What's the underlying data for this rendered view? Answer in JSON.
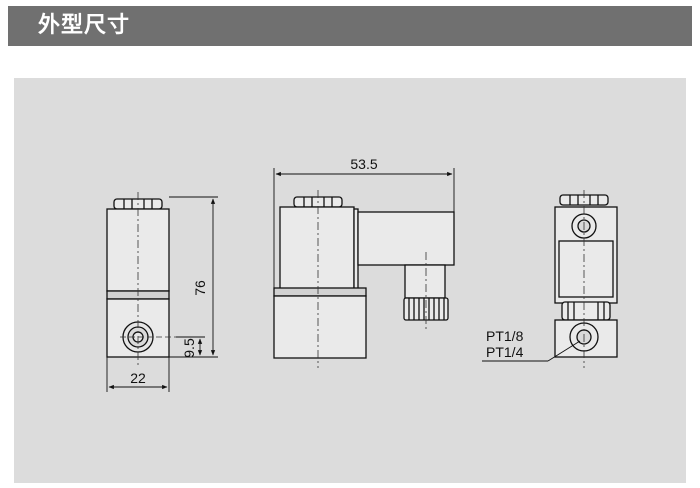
{
  "header": {
    "title": "外型尺寸"
  },
  "dimensions": {
    "width_front": "22",
    "height_total": "76",
    "port_height": "9.5",
    "length_side": "53.5",
    "port_thread_1": "PT1/8",
    "port_thread_2": "PT1/4"
  },
  "colors": {
    "header_bg": "#707070",
    "panel_bg": "#dcdcdc",
    "line": "#111111",
    "body_fill": "#e8e8e8"
  }
}
